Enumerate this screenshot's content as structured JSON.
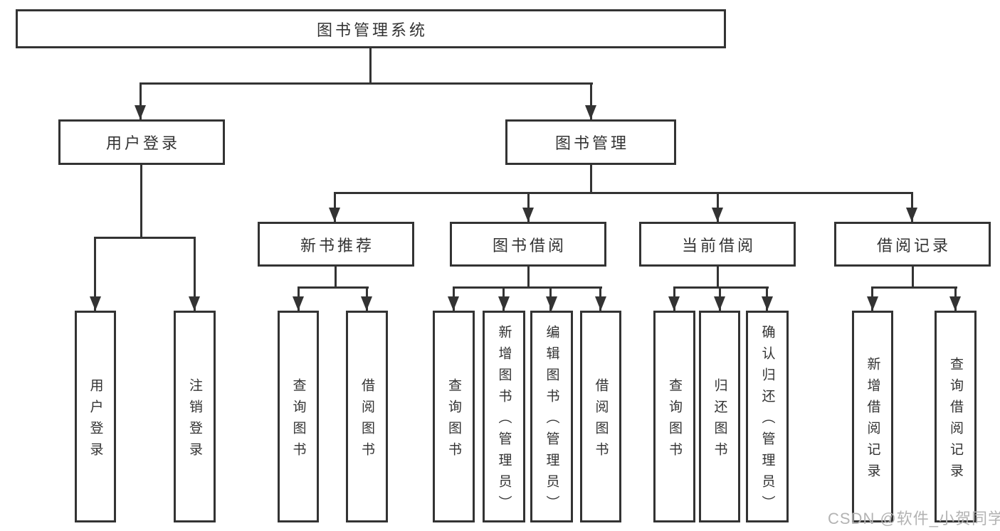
{
  "colors": {
    "line": "#333333",
    "box_background": "#ffffff",
    "text": "#333333",
    "watermark": "#b3b3b3"
  },
  "watermark": {
    "text": "CSDN @软件_小贺同学"
  },
  "tree": {
    "label": "图书管理系统",
    "children": [
      {
        "label": "用户登录",
        "children": [
          {
            "label": "用户登录"
          },
          {
            "label": "注销登录"
          }
        ]
      },
      {
        "label": "图书管理",
        "children": [
          {
            "label": "新书推荐",
            "children": [
              {
                "label": "查询图书"
              },
              {
                "label": "借阅图书"
              }
            ]
          },
          {
            "label": "图书借阅",
            "children": [
              {
                "label": "查询图书"
              },
              {
                "label": "新增图书（管理员）"
              },
              {
                "label": "编辑图书（管理员）"
              },
              {
                "label": "借阅图书"
              }
            ]
          },
          {
            "label": "当前借阅",
            "children": [
              {
                "label": "查询图书"
              },
              {
                "label": "归还图书"
              },
              {
                "label": "确认归还（管理员）"
              }
            ]
          },
          {
            "label": "借阅记录",
            "children": [
              {
                "label": "新增借阅记录"
              },
              {
                "label": "查询借阅记录"
              }
            ]
          }
        ]
      }
    ]
  }
}
